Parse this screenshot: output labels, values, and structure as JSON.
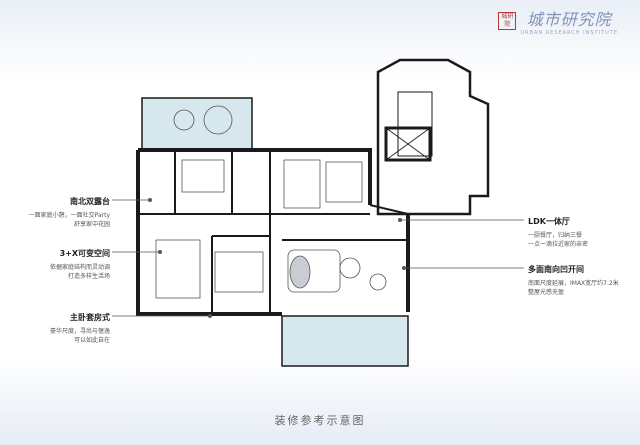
{
  "brand": {
    "name": "城市研究院",
    "sub": "URBAN RESEARCH INSTITUTE",
    "seal": "城研院"
  },
  "callouts": {
    "north_south_terrace": {
      "title": "南北双露台",
      "body": "一面家庭小憩，一面社交Party\n舒享家中花园"
    },
    "flexible_space": {
      "title": "3+X可变空间",
      "body": "依据家庭结构而灵动调\n打造多样生活场"
    },
    "master_suite": {
      "title": "主卧套房式",
      "body": "豪华尺度，寻尚与惬逸\n可以如此自在"
    },
    "ldk": {
      "title": "LDK一体厅",
      "body": "一厨餐厅，归纳三餐\n一点一滴拉近家的亲密"
    },
    "bay_windows": {
      "title": "多面南向凹开间",
      "body": "南面尺度延展，IMAX宽厅约7.2米\n整屋光感充盈"
    }
  },
  "caption": "装修参考示意图",
  "colors": {
    "wall": "#1a1a1a",
    "accent": "#2f4a78",
    "terrace": "#d6e8ee",
    "leader": "#555555"
  }
}
